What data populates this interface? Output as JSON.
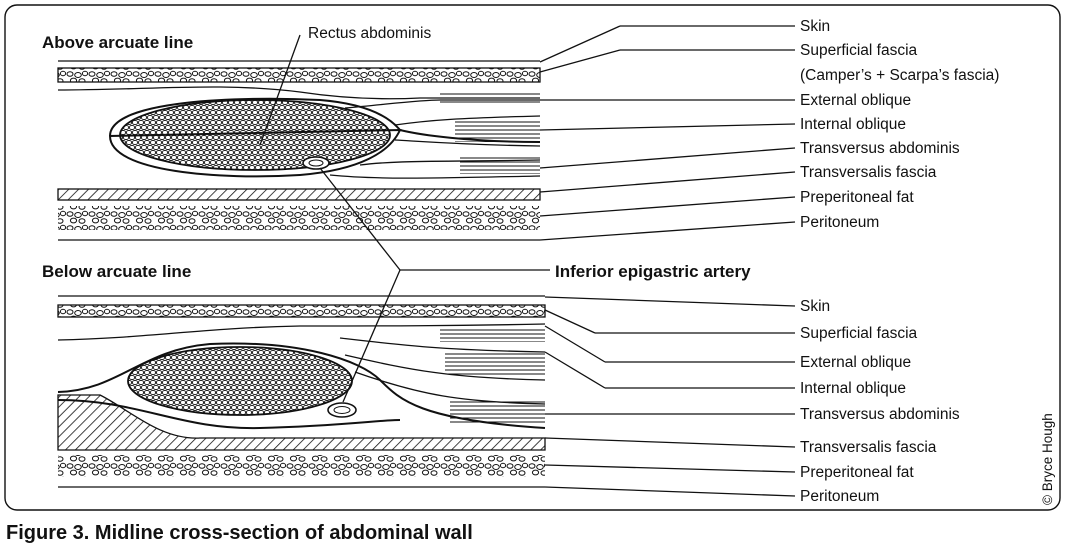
{
  "panel_above": {
    "heading": "Above arcuate line",
    "rectus_label": "Rectus abdominis",
    "labels": [
      "Skin",
      "Superficial fascia",
      "(Camper’s + Scarpa’s fascia)",
      "External oblique",
      "Internal oblique",
      "Transversus abdominis",
      "Transversalis fascia",
      "Preperitoneal fat",
      "Peritoneum"
    ]
  },
  "panel_below": {
    "heading": "Below arcuate line",
    "artery_label": "Inferior epigastric artery",
    "labels": [
      "Skin",
      "Superficial fascia",
      "External oblique",
      "Internal oblique",
      "Transversus abdominis",
      "Transversalis fascia",
      "Preperitoneal fat",
      "Peritoneum"
    ]
  },
  "credit": "© Bryce Hough",
  "caption": "Figure 3. Midline cross-section of abdominal wall"
}
